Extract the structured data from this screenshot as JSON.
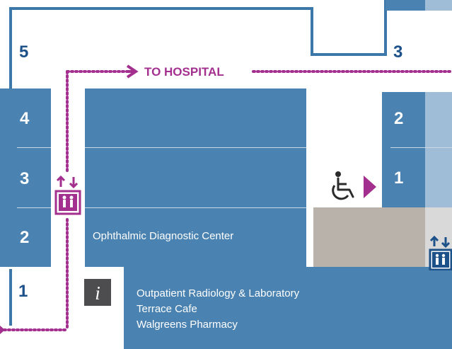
{
  "left_building": {
    "top_floor_label": "5",
    "floors": [
      "4",
      "3",
      "2",
      "1"
    ]
  },
  "right_building": {
    "top_floor_label": "3",
    "floors": [
      "2",
      "1"
    ]
  },
  "route": {
    "label": "TO HOSPITAL"
  },
  "rooms": {
    "diagnostic_center": "Ophthalmic Diagnostic Center",
    "first_floor": [
      "Outpatient Radiology & Laboratory",
      "Terrace Cafe",
      "Walgreens Pharmacy"
    ]
  },
  "icons": {
    "info": "info-icon",
    "elevator": "elevator-icon",
    "wheelchair": "wheelchair-accessible-icon"
  },
  "colors": {
    "building": "#4a82b1",
    "route": "#a3308f",
    "outline": "#3b77a8",
    "floor_label_dark": "#1d5189"
  }
}
